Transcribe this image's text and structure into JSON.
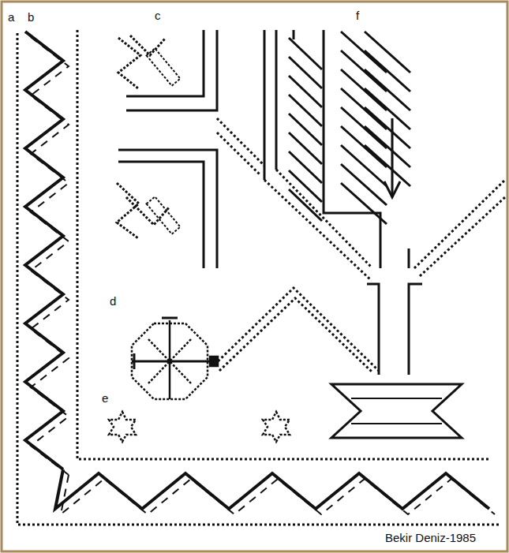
{
  "diagram": {
    "labels": [
      "a",
      "b",
      "c",
      "d",
      "e",
      "f",
      "Bekir Deniz-1985"
    ]
  }
}
